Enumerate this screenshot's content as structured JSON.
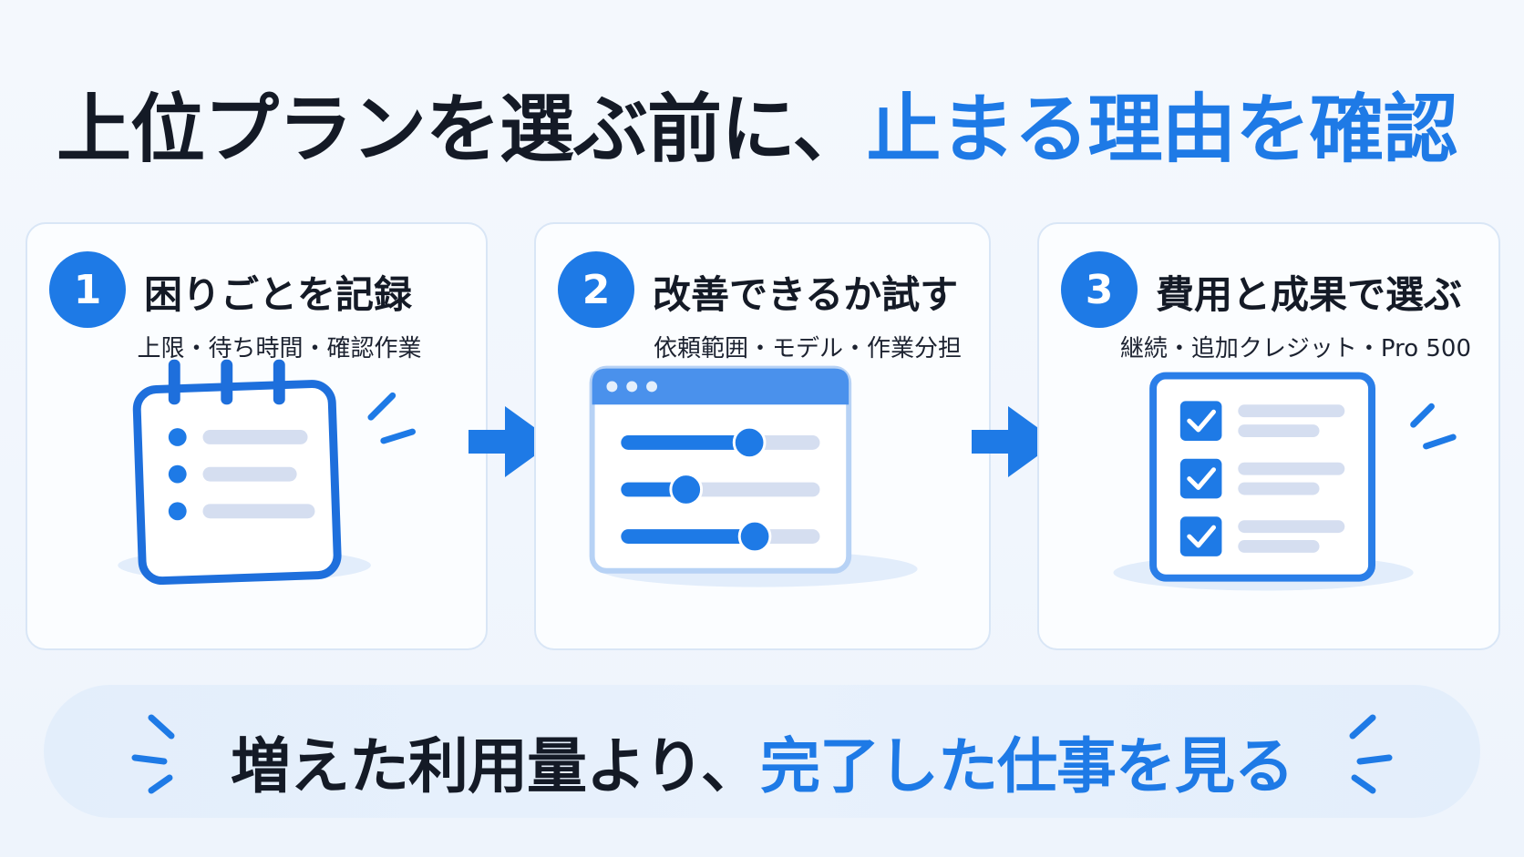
{
  "title": {
    "main": "上位プランを選ぶ前に、",
    "accent": "止まる理由を確認"
  },
  "steps": [
    {
      "number": "1",
      "title": "困りごとを記録",
      "description": "上限・待ち時間・確認作業",
      "icon": "calendar-list-icon"
    },
    {
      "number": "2",
      "title": "改善できるか試す",
      "description": "依頼範囲・モデル・作業分担",
      "icon": "settings-sliders-window-icon"
    },
    {
      "number": "3",
      "title": "費用と成果で選ぶ",
      "description": "継続・追加クレジット・Pro 500",
      "icon": "checklist-icon"
    }
  ],
  "banner": {
    "main": "増えた利用量より、",
    "accent": "完了した仕事を見る"
  },
  "colors": {
    "accent": "#1e7ae6",
    "text": "#141a26",
    "card_border": "#d9e6f6",
    "banner_bg": "#e5effb"
  }
}
